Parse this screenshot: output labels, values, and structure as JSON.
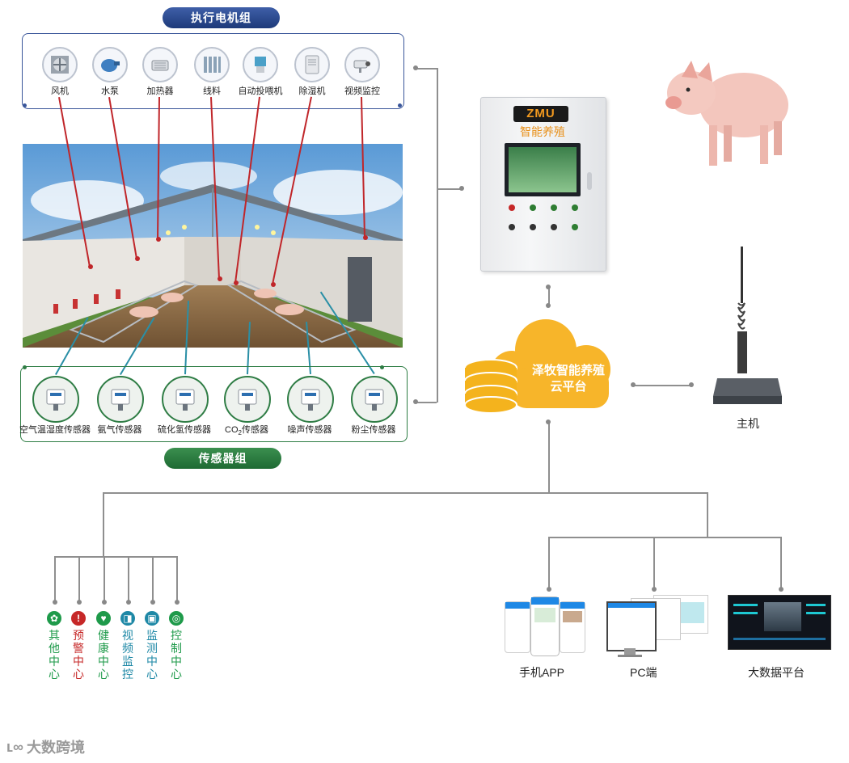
{
  "actuators": {
    "title": "执行电机组",
    "items": [
      {
        "label": "风机",
        "icon": "fan-icon"
      },
      {
        "label": "水泵",
        "icon": "water-pump-icon"
      },
      {
        "label": "加热器",
        "icon": "heater-icon"
      },
      {
        "label": "线料",
        "icon": "feed-line-icon"
      },
      {
        "label": "自动投喂机",
        "icon": "auto-feeder-icon"
      },
      {
        "label": "除湿机",
        "icon": "dehumidifier-icon"
      },
      {
        "label": "视频监控",
        "icon": "camera-icon"
      }
    ]
  },
  "sensors": {
    "title": "传感器组",
    "items": [
      {
        "label": "空气温湿度传感器"
      },
      {
        "label": "氨气传感器"
      },
      {
        "label": "硫化氢传感器"
      },
      {
        "label_main": "CO",
        "label_sub": "2",
        "label_rest": "传感器"
      },
      {
        "label": "噪声传感器"
      },
      {
        "label": "粉尘传感器"
      }
    ]
  },
  "cabinet": {
    "logo": "ZMU",
    "subtitle": "智能养殖"
  },
  "cloud": {
    "line1": "泽牧智能养殖",
    "line2": "云平台"
  },
  "host": {
    "label": "主机"
  },
  "centers": [
    {
      "label": "其他中心",
      "icon": "gear-icon",
      "color": "#1e9a4a"
    },
    {
      "label": "预警中心",
      "icon": "warning-icon",
      "color": "#c62828"
    },
    {
      "label": "健康中心",
      "icon": "heart-icon",
      "color": "#1e9a4a"
    },
    {
      "label": "视频监控",
      "icon": "camera-icon",
      "color": "#1e88a6"
    },
    {
      "label": "监测中心",
      "icon": "monitor-icon",
      "color": "#1e88a6"
    },
    {
      "label": "控制中心",
      "icon": "control-icon",
      "color": "#1e9a4a"
    }
  ],
  "terminals": [
    {
      "label": "手机APP"
    },
    {
      "label": "PC端"
    },
    {
      "label": "大数据平台"
    }
  ],
  "watermark": "大数跨境"
}
